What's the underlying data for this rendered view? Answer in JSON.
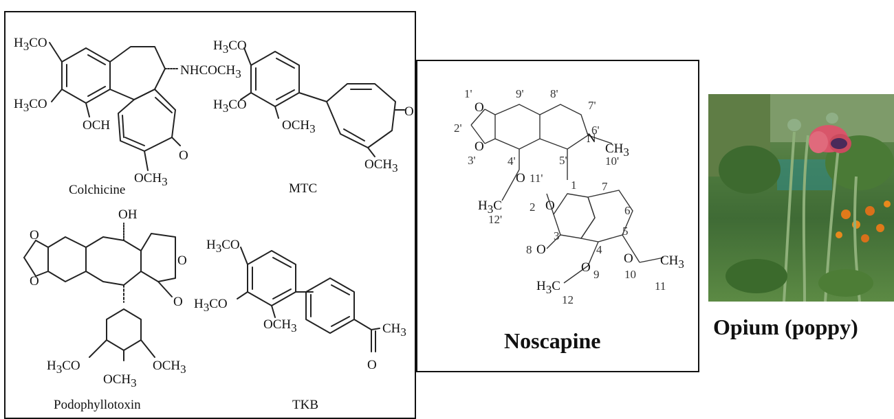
{
  "left_panel": {
    "compounds": [
      {
        "name": "Colchicine"
      },
      {
        "name": "MTC"
      },
      {
        "name": "Podophyllotoxin"
      },
      {
        "name": "TKB"
      }
    ],
    "groups": {
      "h3co": "H3CO",
      "och3": "OCH3",
      "ochtrunc": "OCH",
      "nhcoch3": "NHCOCH3",
      "o": "O",
      "oh": "OH",
      "ch3": "CH3"
    }
  },
  "middle_panel": {
    "title": "Noscapine",
    "atom_numbers": [
      "1'",
      "2'",
      "3'",
      "4'",
      "5'",
      "6'",
      "7'",
      "8'",
      "9'",
      "10'",
      "11'",
      "12'",
      "1",
      "2",
      "3",
      "4",
      "5",
      "6",
      "7",
      "8",
      "9",
      "10",
      "11",
      "12"
    ],
    "atoms": {
      "n": "N",
      "o": "O",
      "ch3": "CH3",
      "h3c": "H3C"
    }
  },
  "right_panel": {
    "caption": "Opium (poppy)",
    "colors": {
      "petal": "#d8566a",
      "foliage": "#4e7a3e",
      "marigold": "#e07a1a"
    }
  }
}
